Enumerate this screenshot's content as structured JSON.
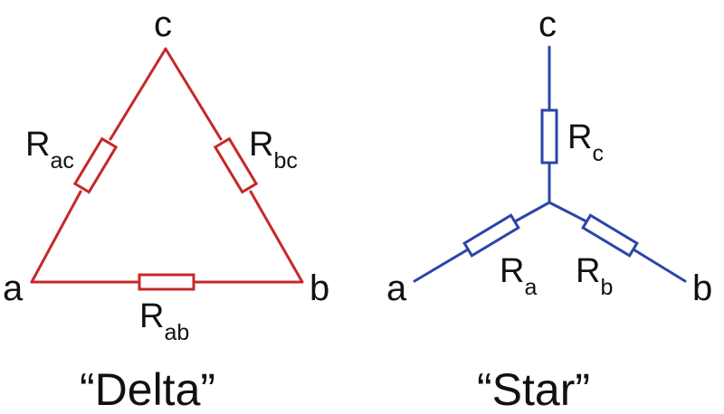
{
  "colors": {
    "delta": "#c62828",
    "star": "#2b45a8",
    "text": "#111111",
    "background": "#ffffff"
  },
  "delta": {
    "caption": "“Delta”",
    "nodes": {
      "a": "a",
      "b": "b",
      "c": "c"
    },
    "resistors": {
      "ac": {
        "main": "R",
        "sub": "ac"
      },
      "bc": {
        "main": "R",
        "sub": "bc"
      },
      "ab": {
        "main": "R",
        "sub": "ab"
      }
    }
  },
  "star": {
    "caption": "“Star”",
    "nodes": {
      "a": "a",
      "b": "b",
      "c": "c"
    },
    "resistors": {
      "a": {
        "main": "R",
        "sub": "a"
      },
      "b": {
        "main": "R",
        "sub": "b"
      },
      "c": {
        "main": "R",
        "sub": "c"
      }
    }
  }
}
